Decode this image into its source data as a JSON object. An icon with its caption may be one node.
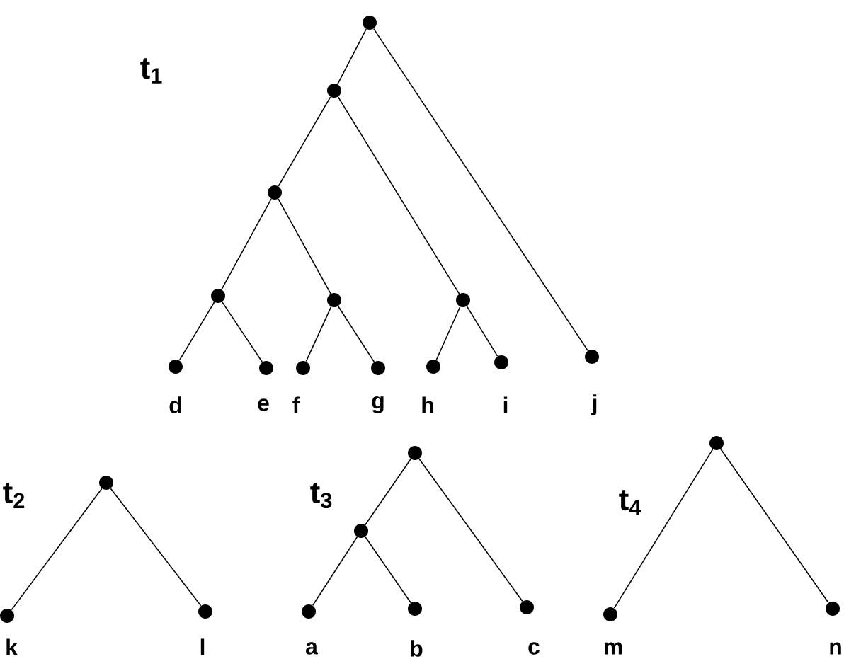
{
  "diagram": {
    "nodes": [
      {
        "text": [],
        "shape": "circle"
      },
      {
        "text": [],
        "shape": "circle"
      },
      {
        "text": [],
        "shape": "circle"
      },
      {
        "text": [],
        "shape": "circle"
      },
      {
        "text": [],
        "shape": "circle"
      },
      {
        "text": [],
        "shape": "circle"
      },
      {
        "text": [],
        "shape": "circle",
        "beside": [
          "d"
        ]
      },
      {
        "text": [],
        "shape": "circle",
        "beside": [
          "e"
        ]
      },
      {
        "text": [],
        "shape": "circle",
        "beside": [
          "f"
        ]
      },
      {
        "text": [],
        "shape": "circle",
        "beside": [
          "g"
        ]
      },
      {
        "text": [],
        "shape": "circle",
        "beside": [
          "h"
        ]
      },
      {
        "text": [],
        "shape": "circle",
        "beside": [
          "i"
        ]
      },
      {
        "text": [],
        "shape": "circle",
        "beside": [
          "j"
        ]
      },
      {
        "text": [],
        "shape": "circle"
      },
      {
        "text": [],
        "shape": "circle",
        "beside": [
          "k"
        ]
      },
      {
        "text": [],
        "shape": "circle",
        "beside": [
          "l"
        ]
      },
      {
        "text": [],
        "shape": "circle"
      },
      {
        "text": [],
        "shape": "circle"
      },
      {
        "text": [],
        "shape": "circle",
        "beside": [
          "a"
        ]
      },
      {
        "text": [],
        "shape": "circle",
        "beside": [
          "b"
        ]
      },
      {
        "text": [],
        "shape": "circle",
        "beside": [
          "c"
        ]
      },
      {
        "text": [],
        "shape": "circle"
      },
      {
        "text": [],
        "shape": "circle",
        "beside": [
          "m"
        ]
      },
      {
        "text": [],
        "shape": "circle",
        "beside": [
          "n"
        ]
      }
    ],
    "edges": [
      {
        "from": 0,
        "to": 1,
        "arrow": "none"
      },
      {
        "from": 0,
        "to": 12,
        "arrow": "none"
      },
      {
        "from": 1,
        "to": 2,
        "arrow": "none"
      },
      {
        "from": 1,
        "to": 5,
        "arrow": "none"
      },
      {
        "from": 2,
        "to": 3,
        "arrow": "none"
      },
      {
        "from": 2,
        "to": 4,
        "arrow": "none"
      },
      {
        "from": 3,
        "to": 6,
        "arrow": "none"
      },
      {
        "from": 3,
        "to": 7,
        "arrow": "none"
      },
      {
        "from": 4,
        "to": 8,
        "arrow": "none"
      },
      {
        "from": 4,
        "to": 9,
        "arrow": "none"
      },
      {
        "from": 5,
        "to": 10,
        "arrow": "none"
      },
      {
        "from": 5,
        "to": 11,
        "arrow": "none"
      },
      {
        "from": 13,
        "to": 14,
        "arrow": "none"
      },
      {
        "from": 13,
        "to": 15,
        "arrow": "none"
      },
      {
        "from": 16,
        "to": 17,
        "arrow": "none"
      },
      {
        "from": 16,
        "to": 20,
        "arrow": "none"
      },
      {
        "from": 17,
        "to": 18,
        "arrow": "none"
      },
      {
        "from": 17,
        "to": 19,
        "arrow": "none"
      },
      {
        "from": 21,
        "to": 22,
        "arrow": "none"
      },
      {
        "from": 21,
        "to": 23,
        "arrow": "none"
      }
    ],
    "labels": [
      "t$_{1}$",
      "t$_{2}$",
      "t$_{3}$",
      "t$_{4}$"
    ]
  }
}
